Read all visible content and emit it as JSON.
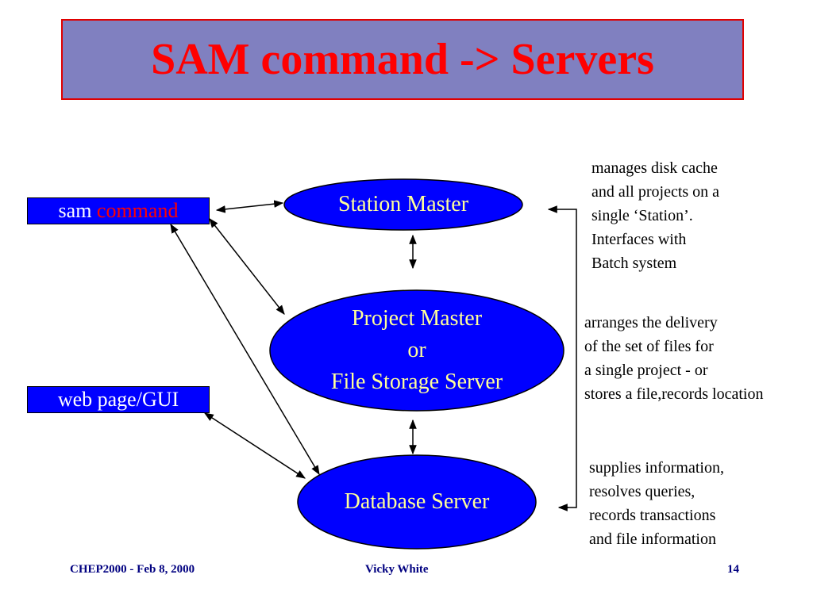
{
  "title": "SAM command -> Servers",
  "boxes": {
    "sam": {
      "text": "sam",
      "accent_text": "command"
    },
    "web": {
      "text": "web page/GUI"
    }
  },
  "nodes": {
    "station": {
      "line1": "Station Master"
    },
    "project": {
      "line1": "Project Master",
      "line2": "or",
      "line3": "File Storage Server"
    },
    "database": {
      "line1": "Database Server"
    }
  },
  "notes": {
    "station": [
      "manages disk cache",
      "and all projects on a",
      "single ‘Station’.",
      "Interfaces with",
      "Batch system"
    ],
    "project": [
      "arranges the delivery",
      "of the set of files for",
      "a single project  - or",
      "stores a file,records location"
    ],
    "database": [
      "supplies information,",
      "resolves queries,",
      "records transactions",
      "and file information"
    ]
  },
  "footer": {
    "left": "CHEP2000 - Feb 8, 2000",
    "center": "Vicky White",
    "right": "14"
  },
  "colors": {
    "title_bg": "#8080c0",
    "title_text": "#ff0000",
    "node_fill": "#0000ff",
    "node_text": "#ffff99",
    "footer_text": "#000080"
  }
}
